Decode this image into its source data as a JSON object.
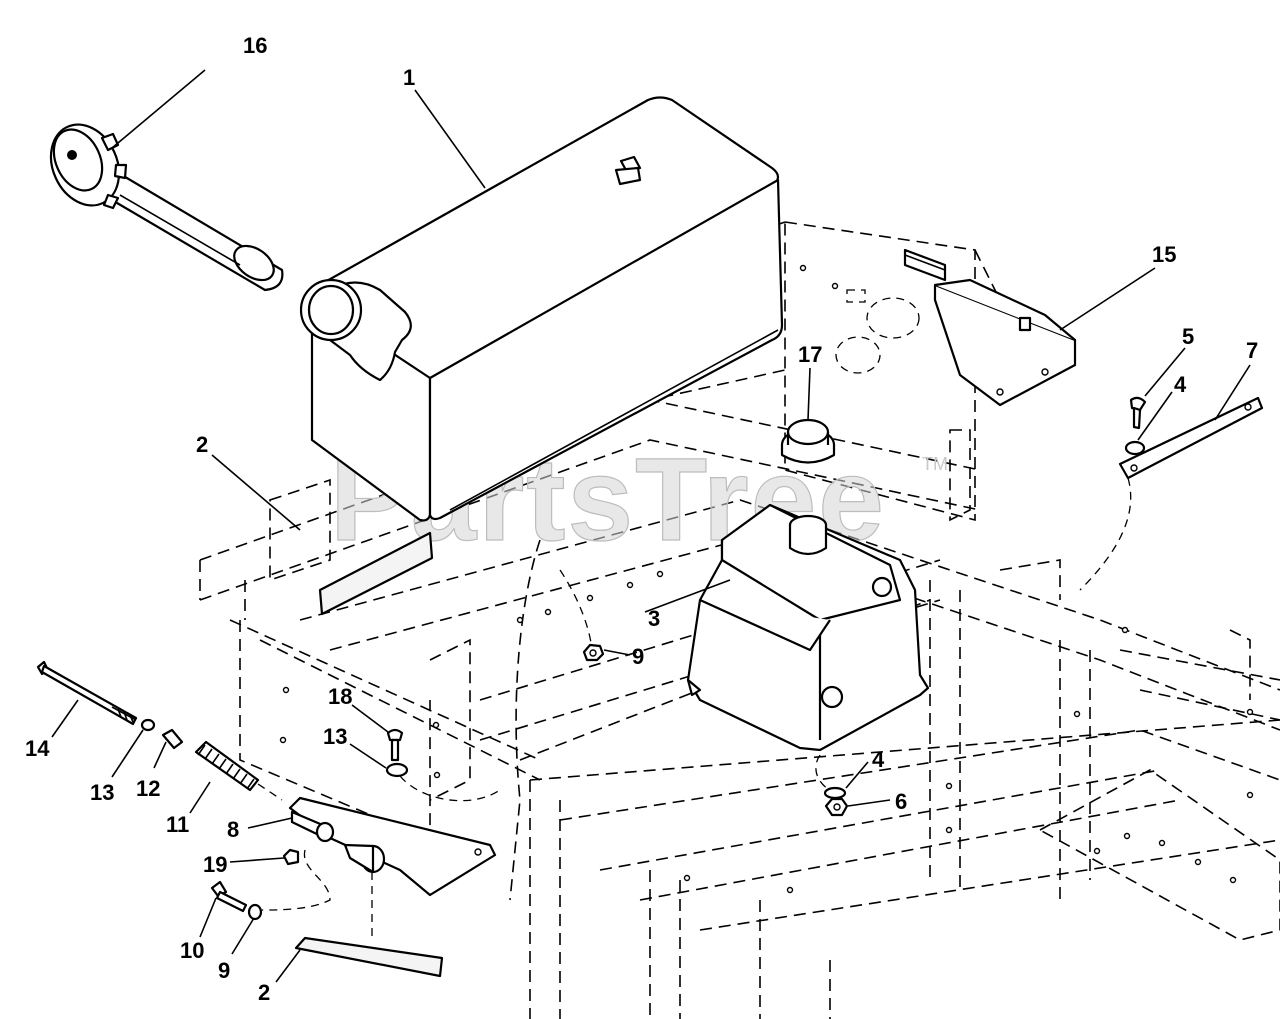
{
  "watermark": {
    "text": "PartsTree",
    "trademark": "TM"
  },
  "callouts": {
    "c16": "16",
    "c1": "1",
    "c15": "15",
    "c17": "17",
    "c5": "5",
    "c4a": "4",
    "c7": "7",
    "c2a": "2",
    "c3": "3",
    "c9a": "9",
    "c18": "18",
    "c13a": "13",
    "c14": "14",
    "c13b": "13",
    "c12": "12",
    "c11": "11",
    "c8": "8",
    "c19": "19",
    "c10": "10",
    "c9b": "9",
    "c2b": "2",
    "c4b": "4",
    "c6": "6"
  }
}
